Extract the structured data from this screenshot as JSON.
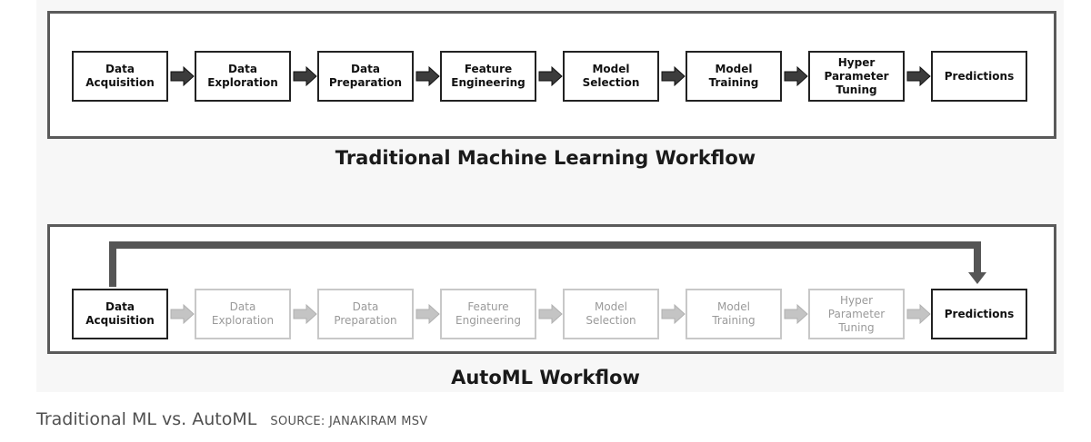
{
  "traditional": {
    "title": "Traditional Machine Learning Workflow",
    "steps": [
      "Data\nAcquisition",
      "Data\nExploration",
      "Data\nPreparation",
      "Feature\nEngineering",
      "Model\nSelection",
      "Model\nTraining",
      "Hyper\nParameter\nTuning",
      "Predictions"
    ]
  },
  "automl": {
    "title": "AutoML Workflow",
    "steps": [
      "Data\nAcquisition",
      "Data\nExploration",
      "Data\nPreparation",
      "Feature\nEngineering",
      "Model\nSelection",
      "Model\nTraining",
      "Hyper\nParameter\nTuning",
      "Predictions"
    ],
    "highlighted_steps": [
      0,
      7
    ]
  },
  "footer": {
    "caption": "Traditional ML vs. AutoML",
    "source": "SOURCE: JANAKIRAM MSV"
  },
  "colors": {
    "arrow_dark": "#3c3c3c",
    "arrow_light": "#c4c4c4",
    "border_dark": "#222222",
    "border_faded": "#c8c8c8"
  }
}
